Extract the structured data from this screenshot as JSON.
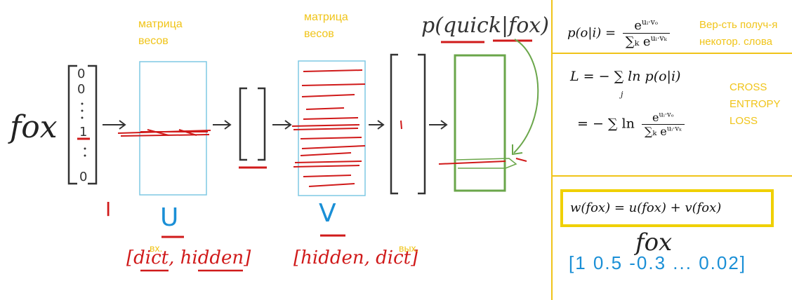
{
  "left": {
    "input_word": "fox",
    "input_vector": [
      "0",
      "0",
      "1",
      "0"
    ],
    "labels": {
      "I": "I",
      "U": "U",
      "V": "V"
    },
    "weights_label_1": [
      "матрица",
      "весов"
    ],
    "weights_label_2": [
      "матрица",
      "весов"
    ],
    "target_label": "p(quick|fox)",
    "dims_u": "[dict, hidden]",
    "dims_v": "[hidden, dict]",
    "in_label": "вх.",
    "out_label": "вых."
  },
  "right": {
    "prob_formula": {
      "lhs": "p(o|i) =",
      "num": "e",
      "num_sup": "uᵢ·vₒ",
      "den": "∑ₖ e",
      "den_sup": "uᵢ·vₖ"
    },
    "prob_note": [
      "Вер-сть получ-я",
      "некотор. слова"
    ],
    "loss_line1": "L = − ∑ ln p(o|i)",
    "loss_sub": "j",
    "loss_line2_prefix": "= − ∑ ln",
    "loss_frac_num": "e",
    "loss_frac_num_sup": "uᵢ·vₒ",
    "loss_frac_den": "∑ₖ e",
    "loss_frac_den_sup": "uᵢ·vₖ",
    "loss_note": [
      "CROSS",
      "ENTROPY",
      "LOSS"
    ],
    "w_formula": "w(fox) = u(fox) + v(fox)",
    "vector_word": "fox",
    "vector_values": "[1  0.5  -0.3 ...  0.02]"
  },
  "colors": {
    "yellow": "#f0c419",
    "blue": "#1a8fd6",
    "cyan_box": "#7ec8e3",
    "green": "#6aa64a",
    "red": "#d01a1a"
  }
}
